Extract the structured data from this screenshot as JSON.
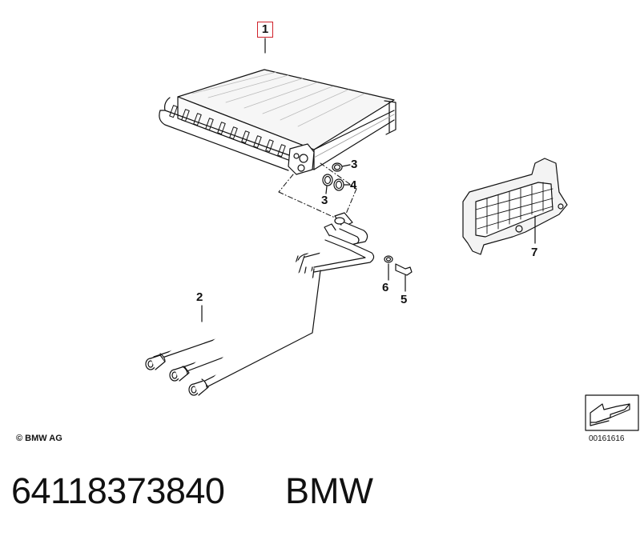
{
  "callouts": {
    "heater_core": "1",
    "pipes": "2",
    "seal_ring_upper": "3",
    "seal_ring_lower": "3",
    "seal_ring_right": "4",
    "screw": "5",
    "washer": "6",
    "bracket": "7"
  },
  "footer": {
    "copyright": "© BMW AG",
    "image_code": "00161616",
    "part_number": "64118373840",
    "brand": "BMW"
  },
  "colors": {
    "line": "#111111",
    "highlight_frame": "#d0212a"
  },
  "icons": {
    "direction_icon": "arrow-box-icon"
  }
}
